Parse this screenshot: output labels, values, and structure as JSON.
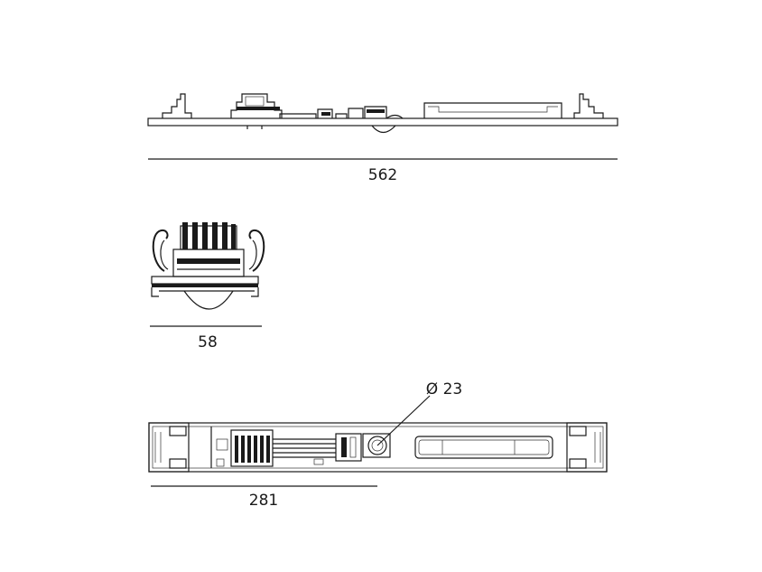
{
  "dimensions": {
    "length": "562",
    "height": "58",
    "half_length": "281",
    "diameter": "Ø 23"
  },
  "colors": {
    "line": "#1a1a1a",
    "background": "#ffffff"
  }
}
